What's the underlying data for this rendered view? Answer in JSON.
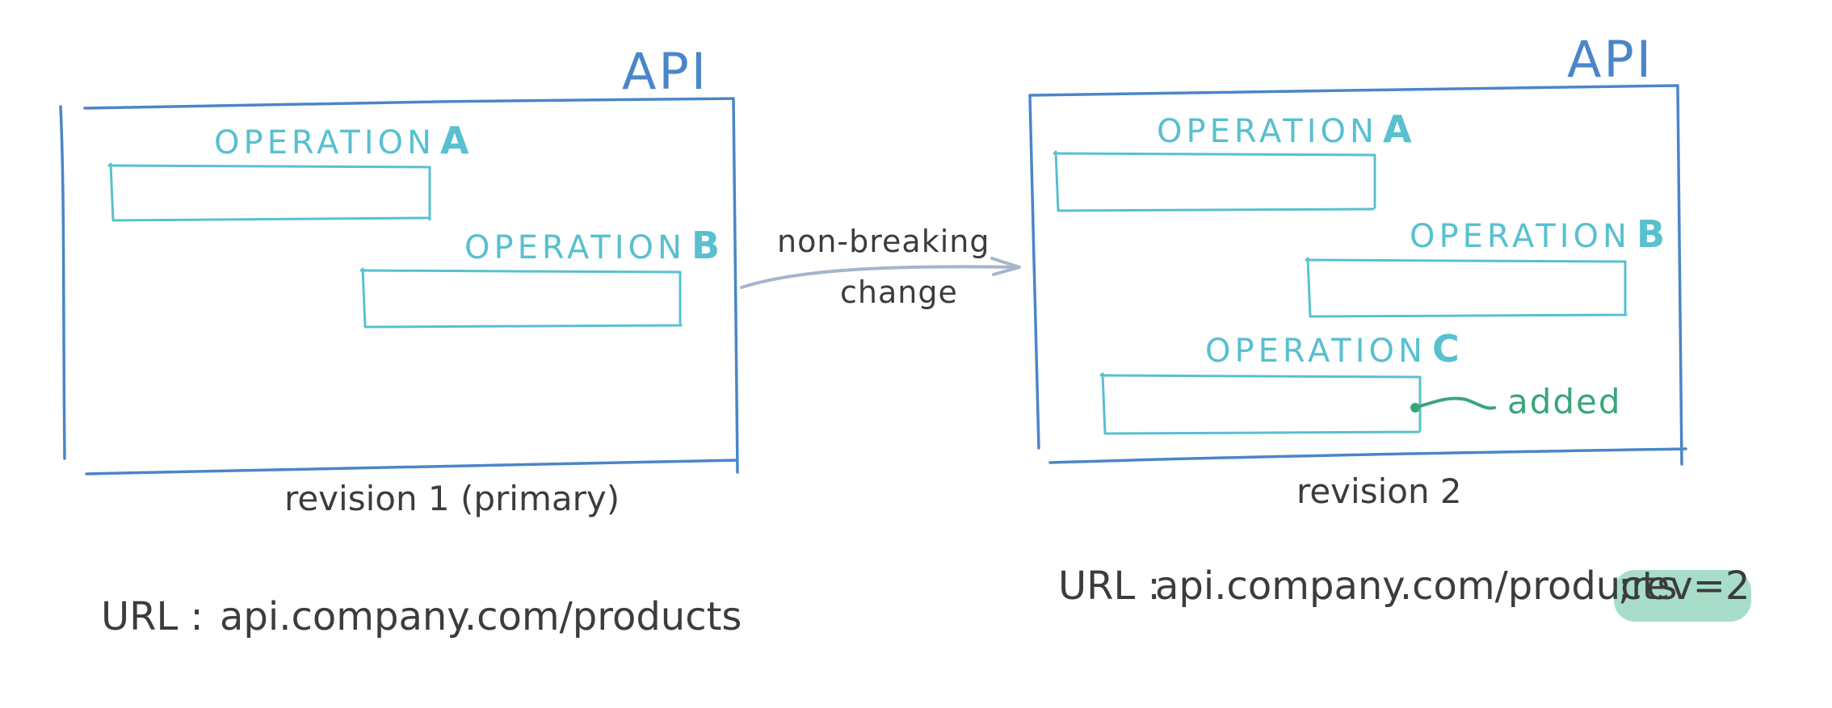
{
  "left_panel": {
    "api_label": "API",
    "operations": [
      {
        "label": "OPERATION",
        "letter": "A"
      },
      {
        "label": "OPERATION",
        "letter": "B"
      }
    ],
    "caption": "revision 1 (primary)",
    "url_label": "URL :",
    "url": "api.company.com/products"
  },
  "arrow": {
    "line1": "non-breaking",
    "line2": "change"
  },
  "right_panel": {
    "api_label": "API",
    "operations": [
      {
        "label": "OPERATION",
        "letter": "A"
      },
      {
        "label": "OPERATION",
        "letter": "B"
      },
      {
        "label": "OPERATION",
        "letter": "C"
      }
    ],
    "added_label": "added",
    "caption": "revision 2",
    "url_label": "URL :",
    "url": "api.company.com/products",
    "url_suffix": ";rev=2"
  },
  "colors": {
    "api_box": "#4a86c8",
    "operation": "#58c0cf",
    "ink": "#3c3c3c",
    "added": "#3aa57b",
    "highlight": "#a8ddc9",
    "arrow": "#a6b4cc"
  }
}
